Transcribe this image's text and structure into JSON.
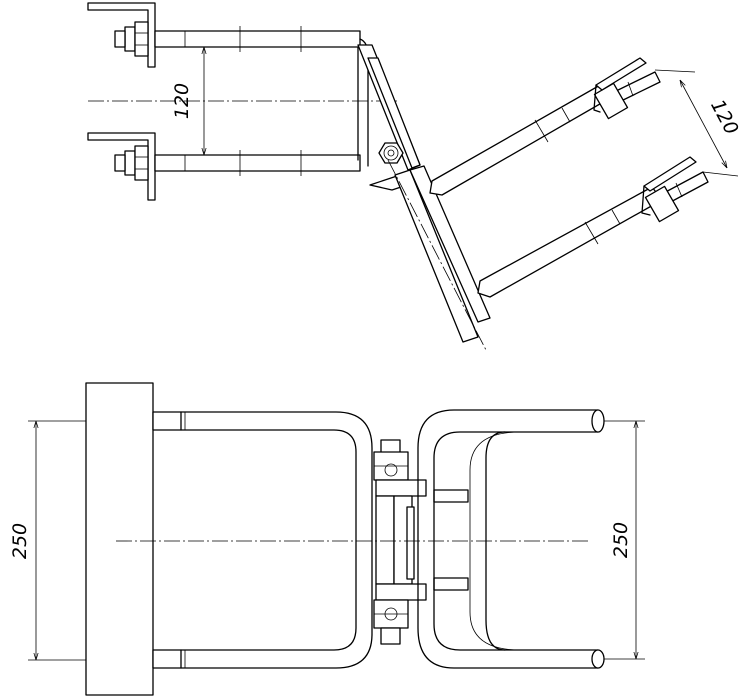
{
  "dimensions": {
    "top_left_spacing": "120",
    "top_right_spacing": "120",
    "bottom_left_height": "250",
    "bottom_right_height": "250"
  }
}
